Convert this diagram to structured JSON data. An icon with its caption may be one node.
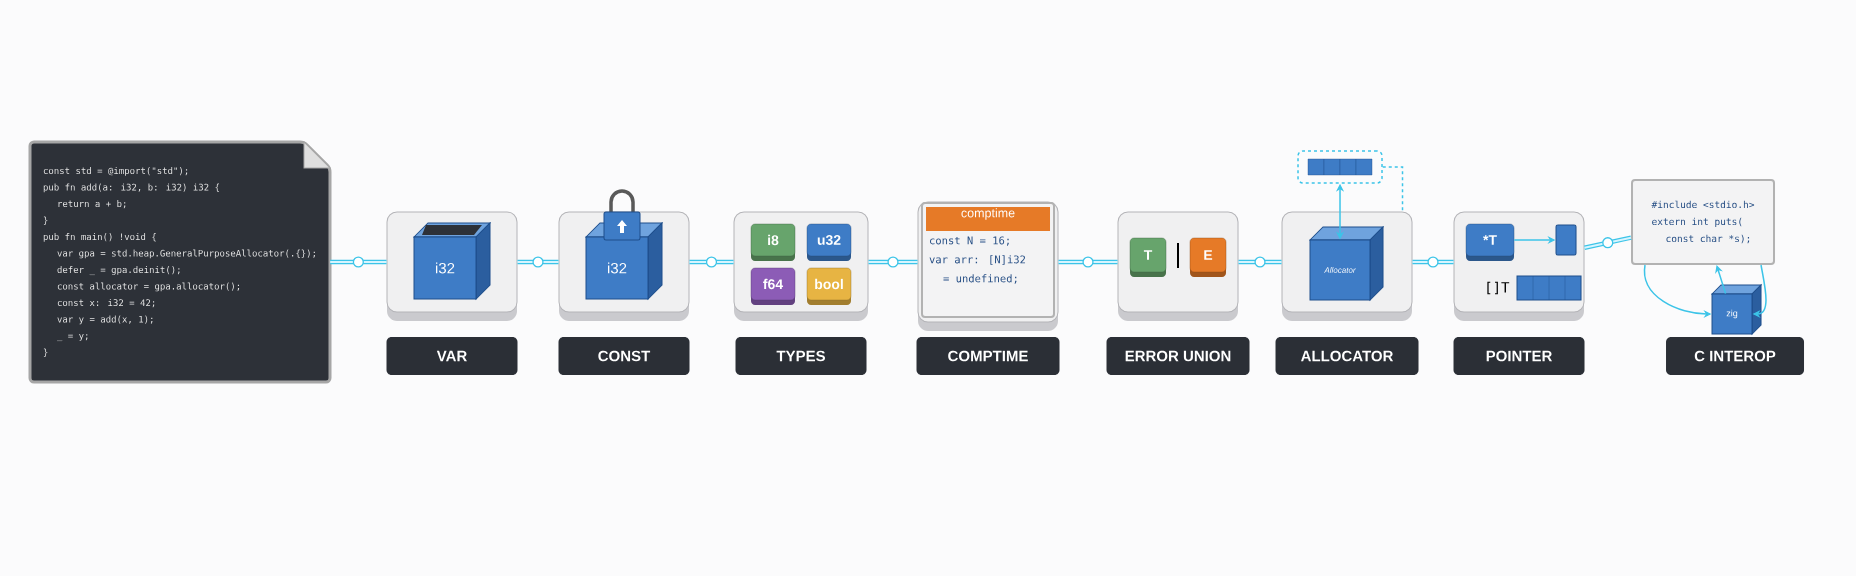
{
  "diagram": {
    "nodes": [
      {
        "text": [
          "const std = @import(\"std\");",
          "pub fn add(a: i32, b: i32) i32 {",
          "return a + b;",
          "}",
          "pub fn main() !void {",
          "var gpa = std.heap.GeneralPurposeAllocator(.{});",
          "defer _ = gpa.deinit();",
          "const allocator = gpa.allocator();",
          "const x: i32 = 42;",
          "var y = add(x, 1);",
          "_ = y;",
          "}"
        ]
      },
      {
        "text": [],
        "shape": "box"
      },
      {
        "text": [
          "i32"
        ],
        "in": 1
      },
      {
        "text": [
          "VAR"
        ]
      },
      {
        "text": [],
        "shape": "box"
      },
      {
        "text": [
          "i32"
        ],
        "in": 4
      },
      {
        "text": [
          "CONST"
        ]
      },
      {
        "text": [],
        "shape": "box"
      },
      {
        "text": [
          "i8"
        ],
        "in": 7
      },
      {
        "text": [
          "u32"
        ],
        "in": 7
      },
      {
        "text": [
          "f64"
        ],
        "in": 7
      },
      {
        "text": [
          "bool"
        ],
        "in": 7
      },
      {
        "text": [
          "TYPES"
        ]
      },
      {
        "text": [],
        "shape": "box"
      },
      {
        "text": [
          "comptime",
          "const N = 16;",
          "var arr: [N]i32",
          "= undefined;"
        ],
        "in": 13
      },
      {
        "text": [
          "COMPTIME"
        ]
      },
      {
        "text": [],
        "shape": "box"
      },
      {
        "text": [
          "T"
        ],
        "in": 16
      },
      {
        "text": [
          "E"
        ],
        "in": 16
      },
      {
        "text": [
          "ERROR UNION"
        ]
      },
      {
        "text": [],
        "shape": "box"
      },
      {
        "text": [],
        "shape": "box"
      },
      {
        "text": [
          "Allocator"
        ],
        "in": 21
      },
      {
        "text": [
          "ALLOCATOR"
        ]
      },
      {
        "text": [],
        "shape": "box"
      },
      {
        "text": [
          "*T"
        ],
        "in": 24
      },
      {
        "text": [],
        "shape": "box",
        "in": 24
      },
      {
        "text": [],
        "shape": "bar",
        "in": 24,
        "beside": [
          "[]T"
        ]
      },
      {
        "text": [
          "POINTER"
        ]
      },
      {
        "text": [
          "#include <stdio.h>",
          "extern int puts(",
          "const char *s);"
        ]
      },
      {
        "text": [
          "zig"
        ]
      },
      {
        "text": [
          "C INTEROP"
        ]
      }
    ],
    "edges": [
      {
        "from": 0,
        "to": 1,
        "arrow": "none"
      },
      {
        "from": 1,
        "to": 4,
        "arrow": "none"
      },
      {
        "from": 4,
        "to": 7,
        "arrow": "none"
      },
      {
        "from": 7,
        "to": 13,
        "arrow": "none"
      },
      {
        "from": 13,
        "to": 16,
        "arrow": "none"
      },
      {
        "from": 16,
        "to": 21,
        "arrow": "none"
      },
      {
        "from": 21,
        "to": 24,
        "arrow": "none"
      },
      {
        "from": 24,
        "to": 29,
        "arrow": "none"
      },
      {
        "from": 22,
        "to": 20,
        "arrow": "both"
      },
      {
        "from": 20,
        "to": 21,
        "arrow": "none",
        "style": "dashed"
      },
      {
        "from": 25,
        "to": 26,
        "arrow": "to"
      },
      {
        "from": 30,
        "to": 29,
        "arrow": "to"
      },
      {
        "from": 29,
        "to": 30,
        "arrow": "to"
      },
      {
        "from": 29,
        "to": 30,
        "arrow": "to"
      }
    ]
  }
}
